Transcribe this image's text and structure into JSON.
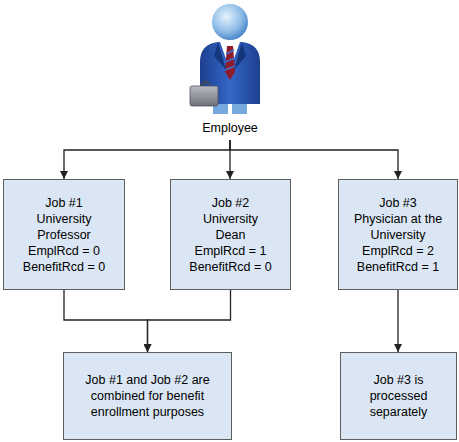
{
  "diagram": {
    "nodes": [
      {
        "text": [
          "Employee"
        ]
      },
      {
        "text": [
          "Job #1",
          "University Professor",
          "EmplRcd = 0",
          "BenefitRcd = 0"
        ]
      },
      {
        "text": [
          "Job #2",
          "University Dean",
          "EmplRcd = 1",
          "BenefitRcd = 0"
        ]
      },
      {
        "text": [
          "Job #3",
          "Physician at the University",
          "EmplRcd = 2",
          "BenefitRcd = 1"
        ]
      },
      {
        "text": [
          "Job #1 and Job #2 are combined for benefit enrollment purposes"
        ]
      },
      {
        "text": [
          "Job #3 is processed separately"
        ]
      }
    ],
    "edges": [
      {
        "from": 0,
        "to": 1,
        "arrow": "to"
      },
      {
        "from": 0,
        "to": 2,
        "arrow": "to"
      },
      {
        "from": 0,
        "to": 3,
        "arrow": "to"
      },
      {
        "from": 1,
        "to": 4,
        "arrow": "to"
      },
      {
        "from": 2,
        "to": 4,
        "arrow": "to"
      },
      {
        "from": 3,
        "to": 5,
        "arrow": "to"
      }
    ]
  }
}
